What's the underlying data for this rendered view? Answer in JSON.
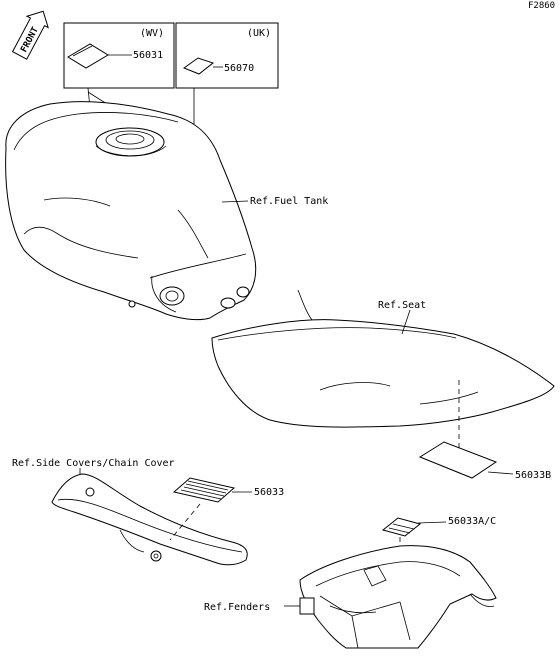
{
  "figure_code": "F2860",
  "direction_badge": "FRONT",
  "regions": {
    "wv": "(WV)",
    "uk": "(UK)"
  },
  "parts": {
    "p56031": "56031",
    "p56070": "56070",
    "p56033b": "56033B",
    "p56033": "56033",
    "p56033ac": "56033A/C"
  },
  "references": {
    "fuel_tank": "Ref.Fuel Tank",
    "seat": "Ref.Seat",
    "side_covers": "Ref.Side Covers/Chain Cover",
    "fenders": "Ref.Fenders"
  }
}
